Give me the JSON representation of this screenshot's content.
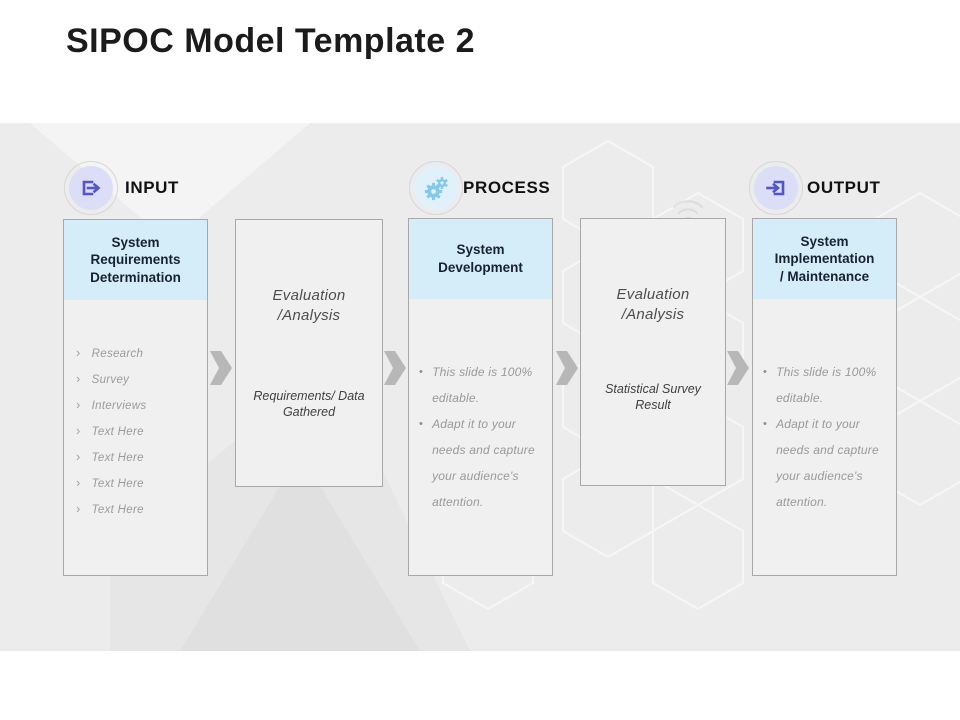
{
  "slide_title": "SIPOC Model Template 2",
  "sections": [
    {
      "label": "INPUT",
      "icon": "export-arrow-icon"
    },
    {
      "label": "PROCESS",
      "icon": "gears-icon"
    },
    {
      "label": "OUTPUT",
      "icon": "import-arrow-icon"
    }
  ],
  "boxes": [
    {
      "header": "System\nRequirements\nDetermination",
      "items": [
        "Research",
        "Survey",
        "Interviews",
        "Text Here",
        "Text Here",
        "Text Here",
        "Text Here"
      ]
    },
    {
      "top_text": "Evaluation\n/Analysis",
      "bottom_text": "Requirements/ Data\nGathered"
    },
    {
      "header": "System\nDevelopment",
      "bullets": [
        "This slide is 100% editable.",
        "Adapt it to your needs and capture your audience's attention."
      ]
    },
    {
      "top_text": "Evaluation\n/Analysis",
      "bottom_text": "Statistical Survey Result"
    },
    {
      "header": "System\nImplementation\n/ Maintenance",
      "bullets": [
        "This slide is 100% editable.",
        "Adapt it to your needs and capture your audience's attention."
      ]
    }
  ],
  "glyphs": {
    "chevron": "›",
    "bullet": "•"
  },
  "colors": {
    "band_fill": "#ececec",
    "box_header_fill": "#d5edf8",
    "arrow_fill": "#b7b7b7",
    "io_icon_fill": "#dcddf6",
    "io_icon_glyph": "#5157c9",
    "process_icon_fill": "#e1f1fb",
    "process_icon_glyph": "#85c8ea"
  }
}
